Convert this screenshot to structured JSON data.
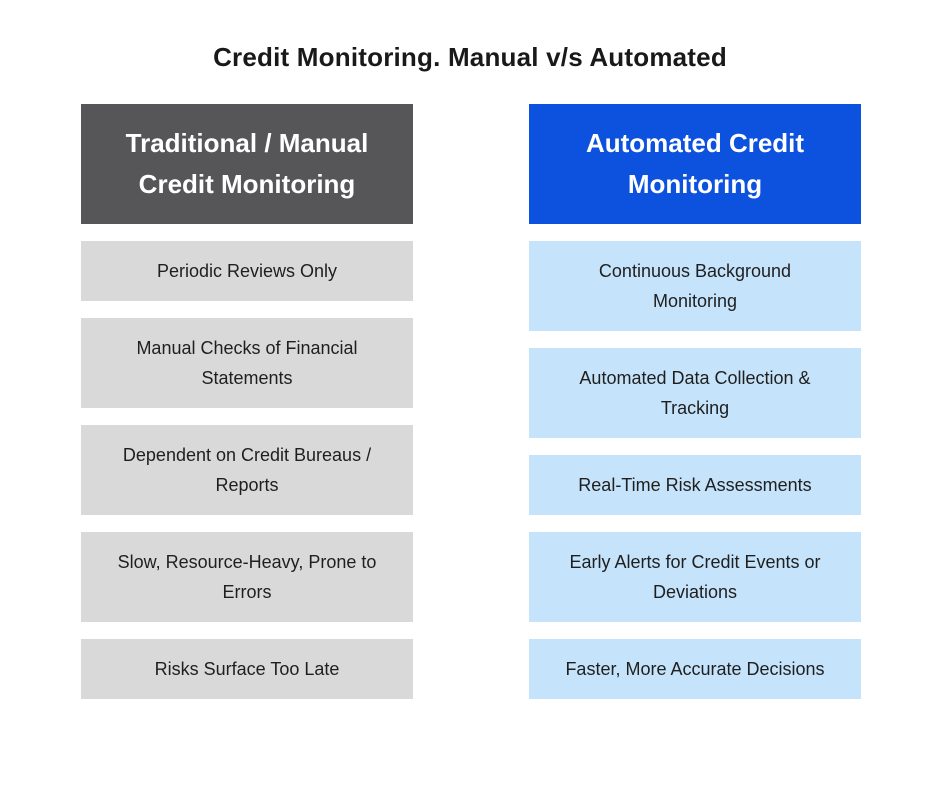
{
  "title": "Credit Monitoring. Manual v/s Automated",
  "colors": {
    "manual_header_bg": "#565659",
    "manual_item_bg": "#d9d9d9",
    "automated_header_bg": "#0d52de",
    "automated_item_bg": "#c5e3fa",
    "header_text": "#ffffff",
    "body_text": "#1f1f1f",
    "title_text": "#191919"
  },
  "columns": [
    {
      "id": "manual",
      "header": "Traditional / Manual\nCredit Monitoring",
      "items": [
        "Periodic Reviews Only",
        "Manual Checks of Financial\nStatements",
        "Dependent on Credit Bureaus /\nReports",
        "Slow, Resource-Heavy, Prone to\nErrors",
        "Risks Surface Too Late"
      ]
    },
    {
      "id": "automated",
      "header": "Automated Credit\nMonitoring",
      "items": [
        "Continuous Background\nMonitoring",
        "Automated Data Collection &\nTracking",
        "Real-Time Risk Assessments",
        "Early Alerts for Credit Events or\nDeviations",
        "Faster, More Accurate Decisions"
      ]
    }
  ]
}
